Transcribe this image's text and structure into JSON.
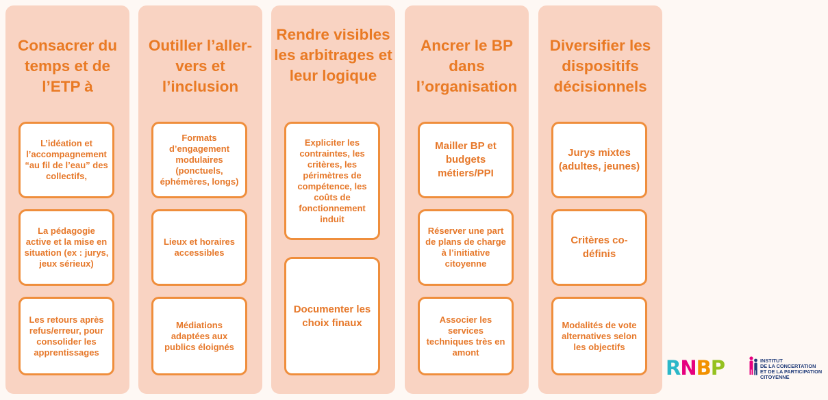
{
  "columns": [
    {
      "title": "Consacrer du temps et de l’ETP à",
      "boxes": [
        "L’idéation et l’accompagnement “au fil de l’eau” des collectifs,",
        "La pédagogie active et la mise en situation (ex : jurys, jeux sérieux)",
        "Les retours après refus/erreur, pour consolider les apprentissages"
      ]
    },
    {
      "title": "Outiller l’aller-vers et l’inclusion",
      "boxes": [
        "Formats d’engagement modulaires (ponctuels, éphémères, longs)",
        "Lieux et horaires accessibles",
        "Médiations adaptées aux publics éloignés"
      ]
    },
    {
      "title": "Rendre visibles les arbitrages et leur logique",
      "boxes": [
        "Expliciter les contraintes, les critères, les périmètres de compétence, les coûts de fonctionnement induit",
        "Documenter les choix finaux"
      ]
    },
    {
      "title": "Ancrer le BP dans l’organisation",
      "boxes": [
        "Mailler BP et budgets métiers/PPI",
        "Réserver une part de plans de charge à l’initiative citoyenne",
        "Associer les services techniques très en amont"
      ]
    },
    {
      "title": "Diversifier les dispositifs décisionnels",
      "boxes": [
        "Jurys mixtes (adultes, jeunes)",
        "Critères co-définis",
        "Modalités de vote alternatives selon les objectifs"
      ]
    }
  ],
  "logos": {
    "rnbp": {
      "letters": [
        "R",
        "N",
        "B",
        "P"
      ],
      "colors": [
        "#2bb7c8",
        "#e6007e",
        "#f29100",
        "#95c11f"
      ]
    },
    "institute": {
      "lines": [
        "INSTITUT",
        "DE LA CONCERTATION",
        "ET DE LA PARTICIPATION",
        "CITOYENNE"
      ]
    }
  },
  "colors": {
    "accent": "#e97a24",
    "column_bg": "#f9d3c2",
    "box_border": "#ef8e3c",
    "page_bg": "#fef8f4",
    "institute_navy": "#1f3a78",
    "institute_pink": "#e6007e"
  }
}
